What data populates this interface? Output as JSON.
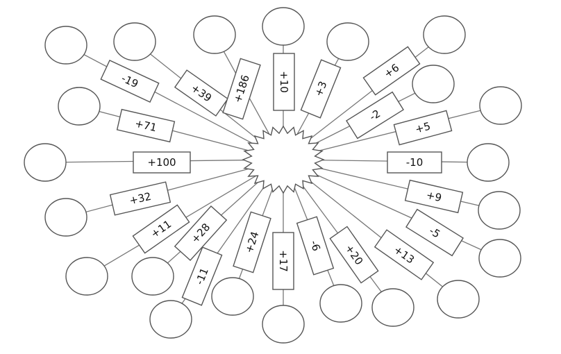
{
  "worksheet": {
    "operations": [
      {
        "label": "-19"
      },
      {
        "label": "+39"
      },
      {
        "label": "+186"
      },
      {
        "label": "+10"
      },
      {
        "label": "+3"
      },
      {
        "label": "+6"
      },
      {
        "label": "+71"
      },
      {
        "label": "-2"
      },
      {
        "label": "+5"
      },
      {
        "label": "+100"
      },
      {
        "label": "-10"
      },
      {
        "label": "+32"
      },
      {
        "label": "+9"
      },
      {
        "label": "+11"
      },
      {
        "label": "+28"
      },
      {
        "label": "-5"
      },
      {
        "label": "-11"
      },
      {
        "label": "+24"
      },
      {
        "label": "+17"
      },
      {
        "label": "-6"
      },
      {
        "label": "+20"
      },
      {
        "label": "+13"
      }
    ]
  }
}
